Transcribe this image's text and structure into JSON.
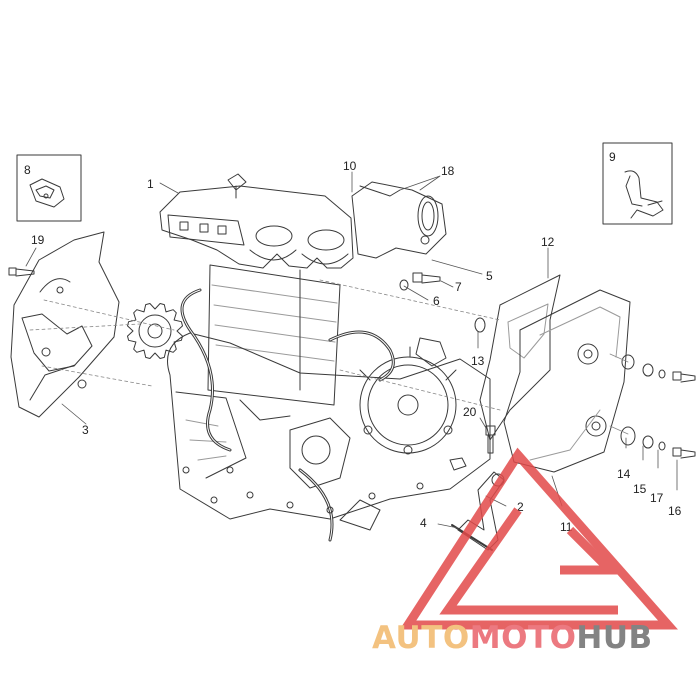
{
  "callouts": [
    {
      "id": "1",
      "label": "1"
    },
    {
      "id": "2",
      "label": "2"
    },
    {
      "id": "3",
      "label": "3"
    },
    {
      "id": "4",
      "label": "4"
    },
    {
      "id": "5",
      "label": "5"
    },
    {
      "id": "6",
      "label": "6"
    },
    {
      "id": "7",
      "label": "7"
    },
    {
      "id": "8",
      "label": "8"
    },
    {
      "id": "9",
      "label": "9"
    },
    {
      "id": "10",
      "label": "10"
    },
    {
      "id": "11",
      "label": "11"
    },
    {
      "id": "12",
      "label": "12"
    },
    {
      "id": "13",
      "label": "13"
    },
    {
      "id": "14",
      "label": "14"
    },
    {
      "id": "15",
      "label": "15"
    },
    {
      "id": "16",
      "label": "16"
    },
    {
      "id": "17",
      "label": "17"
    },
    {
      "id": "18",
      "label": "18"
    },
    {
      "id": "19",
      "label": "19"
    },
    {
      "id": "20",
      "label": "20"
    }
  ],
  "watermark": {
    "part1": "AUTO",
    "part2": "MOTO",
    "part3": "HUB",
    "colors": {
      "auto": "#F2B86A",
      "moto": "#E9626A",
      "hub": "#6E6E6E",
      "triangle": "#E24A4A"
    }
  },
  "colors": {
    "line": "#3a3a3a",
    "shade": "#9a9a9a"
  }
}
